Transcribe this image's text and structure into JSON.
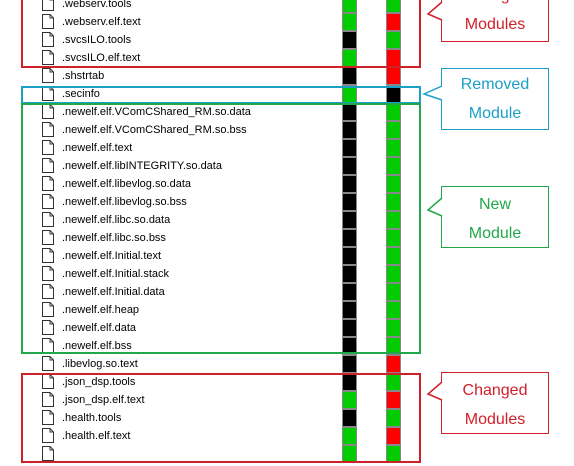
{
  "colors": {
    "changed": "#d0202a",
    "removed": "#1aa0c8",
    "new": "#22a84a",
    "cell_green": "#00cc00",
    "cell_red": "#ff0000",
    "cell_black": "#000000"
  },
  "rows": [
    {
      "name": ".webserv.tools",
      "a": "green",
      "b": "green"
    },
    {
      "name": ".webserv.elf.text",
      "a": "green",
      "b": "red"
    },
    {
      "name": ".svcsILO.tools",
      "a": "black",
      "b": "green"
    },
    {
      "name": ".svcsILO.elf.text",
      "a": "green",
      "b": "red"
    },
    {
      "name": ".shstrtab",
      "a": "black",
      "b": "red"
    },
    {
      "name": ".secinfo",
      "a": "green",
      "b": "black"
    },
    {
      "name": ".newelf.elf.VComCShared_RM.so.data",
      "a": "black",
      "b": "green"
    },
    {
      "name": ".newelf.elf.VComCShared_RM.so.bss",
      "a": "black",
      "b": "green"
    },
    {
      "name": ".newelf.elf.text",
      "a": "black",
      "b": "green"
    },
    {
      "name": ".newelf.elf.libINTEGRITY.so.data",
      "a": "black",
      "b": "green"
    },
    {
      "name": ".newelf.elf.libevlog.so.data",
      "a": "black",
      "b": "green"
    },
    {
      "name": ".newelf.elf.libevlog.so.bss",
      "a": "black",
      "b": "green"
    },
    {
      "name": ".newelf.elf.libc.so.data",
      "a": "black",
      "b": "green"
    },
    {
      "name": ".newelf.elf.libc.so.bss",
      "a": "black",
      "b": "green"
    },
    {
      "name": ".newelf.elf.Initial.text",
      "a": "black",
      "b": "green"
    },
    {
      "name": ".newelf.elf.Initial.stack",
      "a": "black",
      "b": "green"
    },
    {
      "name": ".newelf.elf.Initial.data",
      "a": "black",
      "b": "green"
    },
    {
      "name": ".newelf.elf.heap",
      "a": "black",
      "b": "green"
    },
    {
      "name": ".newelf.elf.data",
      "a": "black",
      "b": "green"
    },
    {
      "name": ".newelf.elf.bss",
      "a": "black",
      "b": "green"
    },
    {
      "name": ".libevlog.so.text",
      "a": "black",
      "b": "red"
    },
    {
      "name": ".json_dsp.tools",
      "a": "black",
      "b": "green"
    },
    {
      "name": ".json_dsp.elf.text",
      "a": "green",
      "b": "red"
    },
    {
      "name": ".health.tools",
      "a": "black",
      "b": "green"
    },
    {
      "name": ".health.elf.text",
      "a": "green",
      "b": "red"
    },
    {
      "name": "",
      "a": "green",
      "b": "green"
    }
  ],
  "callouts": {
    "changed_top": {
      "line1": "Changed",
      "line2": "Modules"
    },
    "removed": {
      "line1": "Removed",
      "line2": "Module"
    },
    "new": {
      "line1": "New",
      "line2": "Module"
    },
    "changed_bottom": {
      "line1": "Changed",
      "line2": "Modules"
    }
  }
}
